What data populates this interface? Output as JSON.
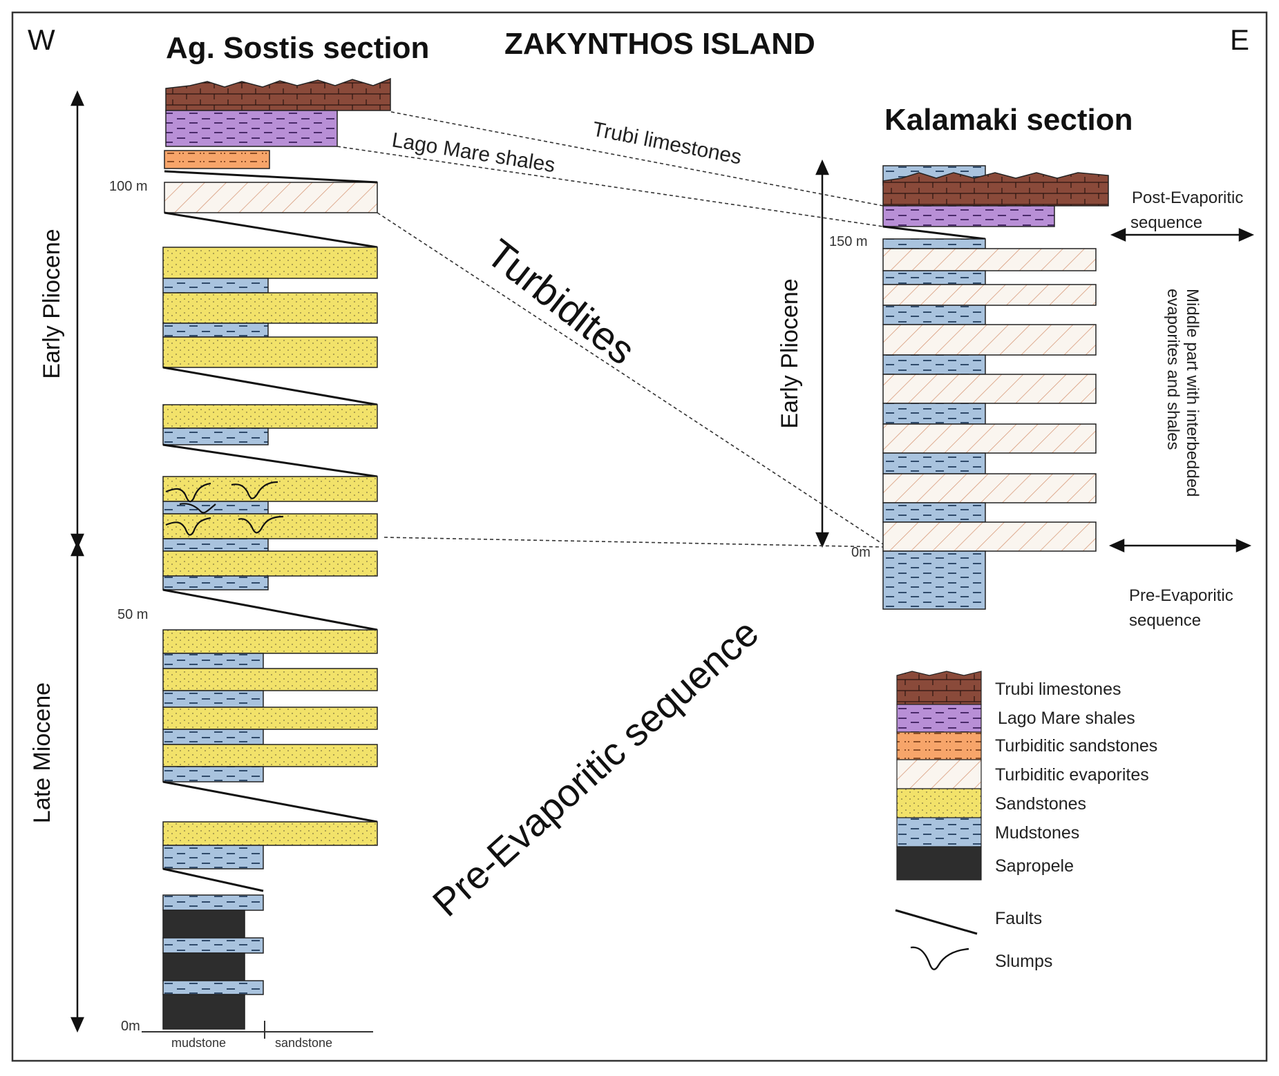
{
  "title": "ZAKYNTHOS ISLAND",
  "compass": {
    "west": "W",
    "east": "E"
  },
  "sections": {
    "ag_sostis": {
      "title": "Ag. Sostis section",
      "scale": {
        "top": "100 m",
        "middle": "50 m",
        "bottom": "0m"
      },
      "epochs": {
        "upper": "Early Pliocene",
        "lower": "Late Miocene"
      },
      "axis": {
        "left": "mudstone",
        "right": "sandstone"
      }
    },
    "kalamaki": {
      "title": "Kalamaki section",
      "scale": {
        "top": "150 m",
        "bottom": "0m"
      },
      "epoch": "Early Pliocene",
      "sequence_labels": {
        "post_line1": "Post-Evaporitic",
        "post_line2": "sequence",
        "middle_line1": "Middle part with interbedded",
        "middle_line2": "evaporites and shales",
        "pre_line1": "Pre-Evaporitic",
        "pre_line2": "sequence"
      }
    }
  },
  "correlation_labels": {
    "trubi": "Trubi limestones",
    "lago_mare": "Lago Mare shales",
    "turbidites": "Turbidites",
    "pre_evaporitic": "Pre-Evaporitic sequence"
  },
  "legend": {
    "items": [
      {
        "key": "trubi",
        "label": "Trubi limestones",
        "color": "#8a4a3a"
      },
      {
        "key": "lago",
        "label": "Lago Mare shales",
        "color": "#b88fd6"
      },
      {
        "key": "turb_sand",
        "label": "Turbiditic sandstones",
        "color": "#f7a56a"
      },
      {
        "key": "turb_evap",
        "label": "Turbiditic evaporites",
        "color": "#faf5ef"
      },
      {
        "key": "sand",
        "label": "Sandstones",
        "color": "#f2e26a"
      },
      {
        "key": "mud",
        "label": "Mudstones",
        "color": "#a9c3de"
      },
      {
        "key": "sapro",
        "label": "Sapropele",
        "color": "#2d2d2d"
      }
    ],
    "faults": "Faults",
    "slumps": "Slumps"
  }
}
